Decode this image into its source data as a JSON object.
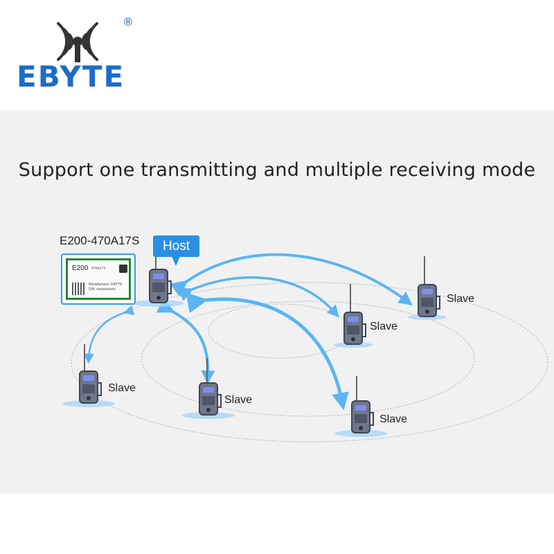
{
  "brand": {
    "name": "EBYTE",
    "registered_mark": "®"
  },
  "headline": "Support one transmitting and multiple receiving mode",
  "module": {
    "model_label": "E200-470A17S",
    "chip_name": "E200",
    "chip_subtitle": "470A17S",
    "manufacturer": "Manufacturer: EBYTE",
    "serial": "S/N: xxxxxxxxxxx"
  },
  "host_label": "Host",
  "slaves": [
    {
      "label": "Slave"
    },
    {
      "label": "Slave"
    },
    {
      "label": "Slave"
    },
    {
      "label": "Slave"
    },
    {
      "label": "Slave"
    }
  ],
  "colors": {
    "brand_blue": "#1d6cc8",
    "arrow_blue": "#5bb5f0",
    "tag_blue": "#2b8fe0",
    "radio_body": "#6f7789",
    "radio_screen": "#7f8df0"
  }
}
